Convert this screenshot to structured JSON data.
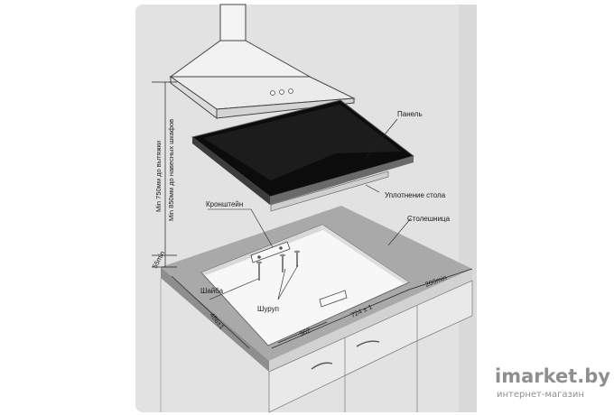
{
  "labels": {
    "panel": "Панель",
    "seal": "Уплотнение стола",
    "worktop": "Столешница",
    "bracket": "Кронштейн",
    "washer": "Шайба",
    "screw": "Шуруп"
  },
  "dimensions": {
    "hood_min": "Min 750мм до вытяжки",
    "cabinet_min": "Min 850мм до навесных шкафов",
    "worktop_min": "55min",
    "depth": "486±1",
    "offset": "362",
    "width": "724 ± 1",
    "side_gap": "200min"
  },
  "watermark": {
    "brand": "imarket.by",
    "tagline": "интернет-магазин"
  }
}
